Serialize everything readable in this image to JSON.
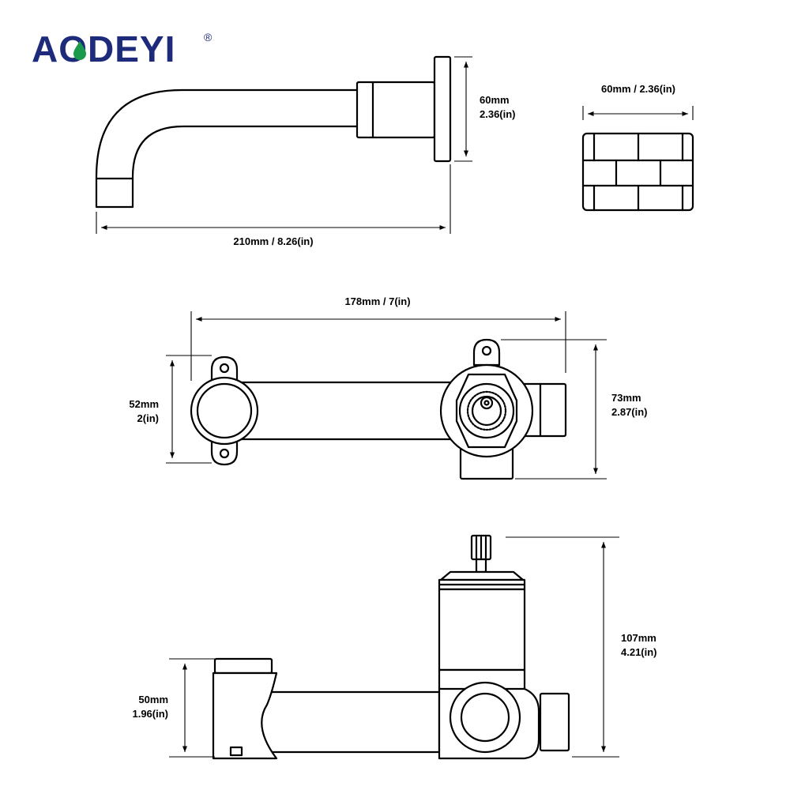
{
  "brand": {
    "logo_text": "AODEYI",
    "registered_mark": "®",
    "color": "#1e2a7a",
    "drop_color": "#1a9a4a"
  },
  "spout": {
    "height_mm": "60mm",
    "height_in": "2.36(in)",
    "length": "210mm / 8.26(in)"
  },
  "cover_plate": {
    "width": "60mm / 2.36(in)"
  },
  "valve_top_view": {
    "length": "178mm / 7(in)",
    "left_mm": "52mm",
    "left_in": "2(in)",
    "right_mm": "73mm",
    "right_in": "2.87(in)"
  },
  "valve_side_view": {
    "height_mm": "107mm",
    "height_in": "4.21(in)",
    "left_mm": "50mm",
    "left_in": "1.96(in)"
  }
}
